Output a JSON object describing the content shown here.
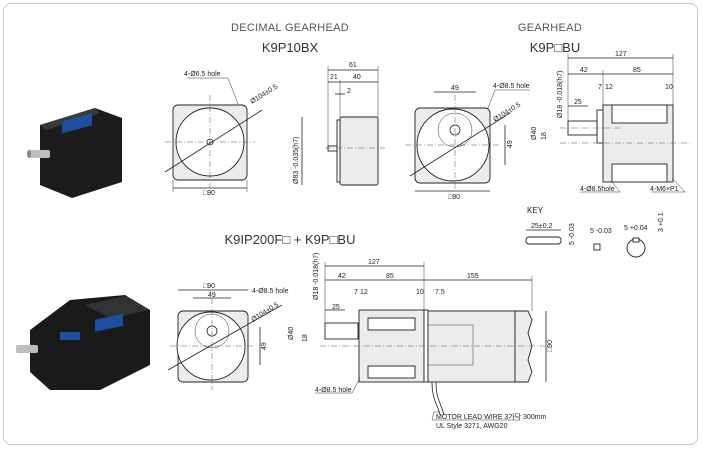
{
  "sections": {
    "decimal": {
      "title": "DECIMAL GEARHEAD",
      "model": "K9P10BX",
      "labels": {
        "hole": "4-Ø6.5 hole",
        "dia": "Ø104±0.5",
        "sq": "□90",
        "d61": "61",
        "d21": "21",
        "d40": "40",
        "d2": "2",
        "shaft": "Ø83 -0.035(h7)"
      }
    },
    "gearhead": {
      "title": "GEARHEAD",
      "model": "K9P□BU",
      "labels": {
        "d49": "49",
        "hole": "4-Ø8.5 hole",
        "dia": "Ø104±0.5",
        "d49v": "49",
        "sq": "□90",
        "d127": "127",
        "d42": "42",
        "d85": "85",
        "d7": "7",
        "d12": "12",
        "d10": "10",
        "d25": "25",
        "shaft": "Ø18 -0.018(h7)",
        "d40": "Ø40",
        "d18": "18",
        "hole2": "4-Ø8.5hole",
        "tap": "4-M6×P1"
      }
    },
    "key": {
      "title": "KEY",
      "labels": {
        "len": "25±0.2",
        "h": "5 -0.03",
        "w": "5 -0.03",
        "slot": "5 +0.04",
        "depth": "3 +0.1"
      }
    },
    "combo": {
      "model": "K9IP200F□ + K9P□BU",
      "labels": {
        "sq": "□90",
        "d49": "49",
        "hole": "4-Ø8.5 hole",
        "dia": "Ø104±0.5",
        "d49v": "49",
        "d127": "127",
        "d155": "155",
        "d42": "42",
        "d85": "85",
        "d7": "7",
        "d12": "12",
        "d10": "10",
        "d75": "7.5",
        "d25": "25",
        "shaft": "Ø18 -0.018(h7)",
        "d40": "Ø40",
        "d18": "18",
        "hole2": "4-Ø8.5 hole",
        "sqv": "□90",
        "wire1": "MOTOR LEAD WIRE 3가닥 300mm",
        "wire2": "UL Style 3271, AWG20"
      }
    }
  }
}
